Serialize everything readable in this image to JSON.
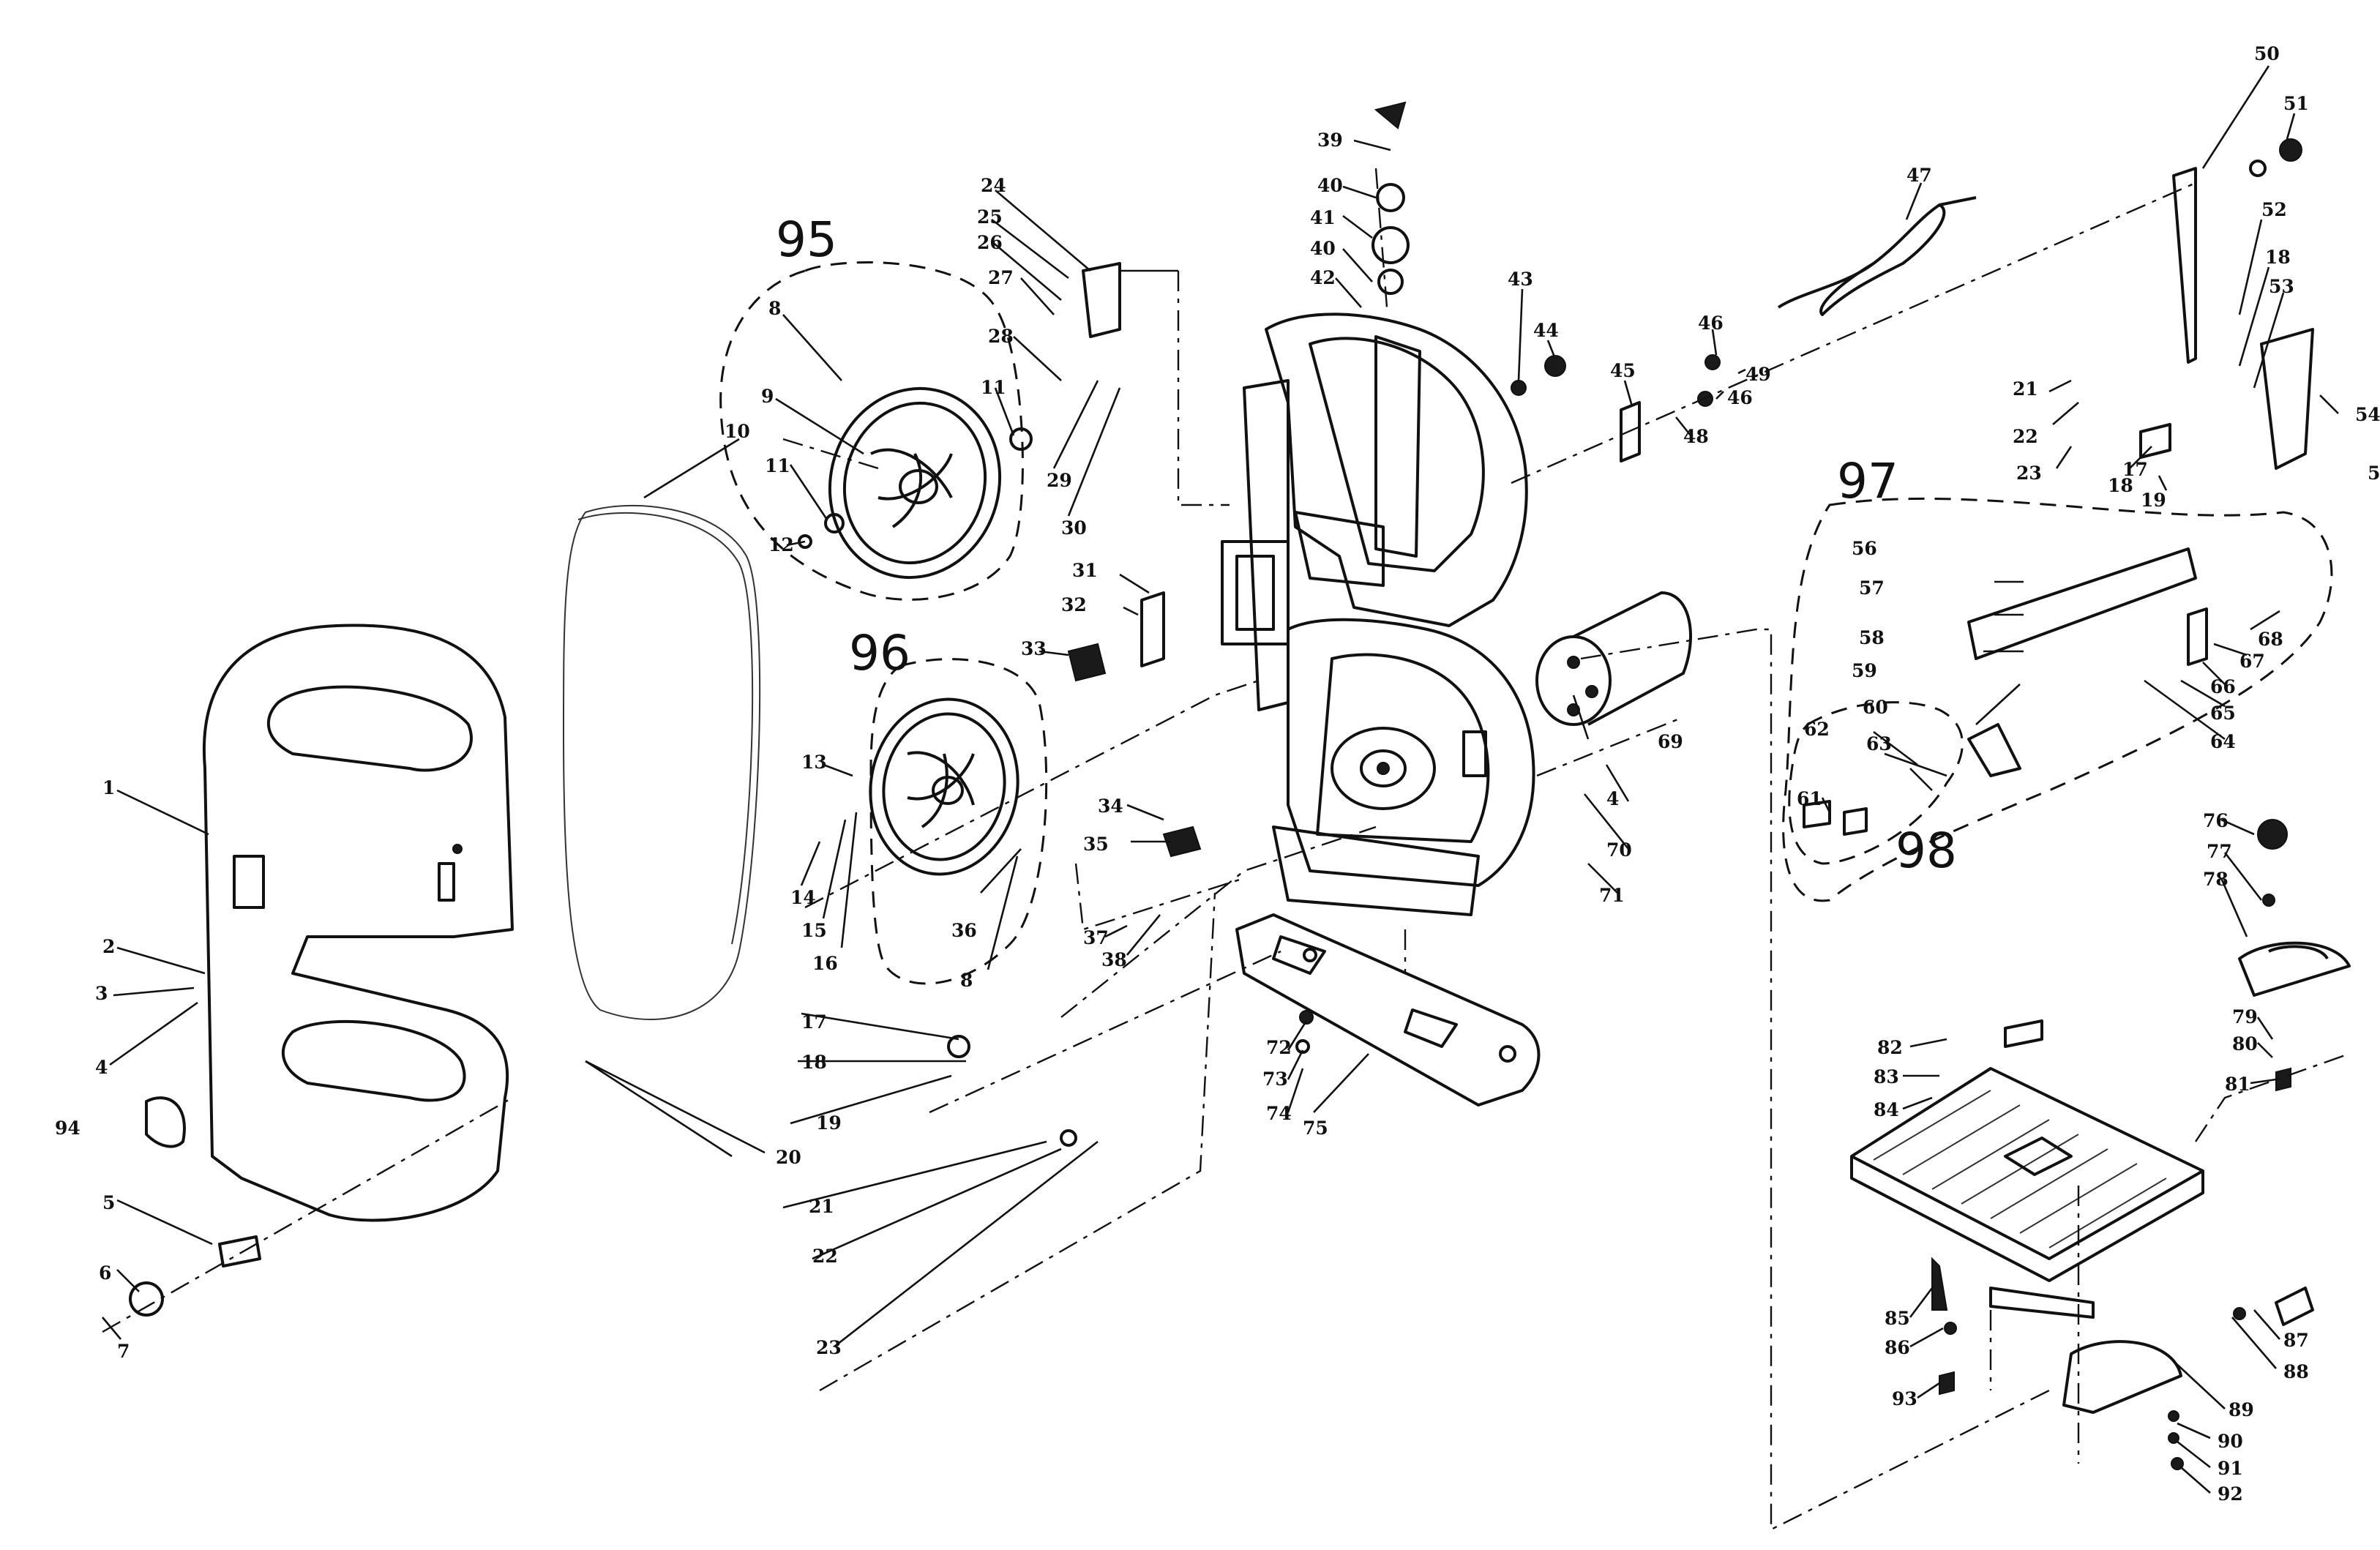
{
  "callouts": {
    "c1": "1",
    "c2": "2",
    "c3": "3",
    "c4": "4",
    "c4b": "4",
    "c5": "5",
    "c6": "6",
    "c7": "7",
    "c8": "8",
    "c8b": "8",
    "c9": "9",
    "c10": "10",
    "c11": "11",
    "c11b": "11",
    "c12": "12",
    "c13": "13",
    "c14": "14",
    "c15": "15",
    "c16": "16",
    "c17": "17",
    "c17b": "17",
    "c18": "18",
    "c18b": "18",
    "c18c": "18",
    "c19": "19",
    "c19b": "19",
    "c20": "20",
    "c21": "21",
    "c21b": "21",
    "c22": "22",
    "c22b": "22",
    "c23": "23",
    "c23b": "23",
    "c24": "24",
    "c25": "25",
    "c26": "26",
    "c27": "27",
    "c28": "28",
    "c29": "29",
    "c30": "30",
    "c31": "31",
    "c32": "32",
    "c33": "33",
    "c34": "34",
    "c35": "35",
    "c36": "36",
    "c37": "37",
    "c38": "38",
    "c39": "39",
    "c40": "40",
    "c40b": "40",
    "c41": "41",
    "c42": "42",
    "c43": "43",
    "c44": "44",
    "c45": "45",
    "c46": "46",
    "c46b": "46",
    "c47": "47",
    "c48": "48",
    "c49": "49",
    "c50": "50",
    "c51": "51",
    "c52": "52",
    "c53": "53",
    "c54": "54",
    "c55": "5",
    "c56": "56",
    "c57": "57",
    "c58": "58",
    "c59": "59",
    "c60": "60",
    "c61": "61",
    "c62": "62",
    "c63": "63",
    "c64": "64",
    "c65": "65",
    "c66": "66",
    "c67": "67",
    "c68": "68",
    "c69": "69",
    "c70": "70",
    "c71": "71",
    "c72": "72",
    "c73": "73",
    "c74": "74",
    "c75": "75",
    "c76": "76",
    "c77": "77",
    "c78": "78",
    "c79": "79",
    "c80": "80",
    "c81": "81",
    "c82": "82",
    "c83": "83",
    "c84": "84",
    "c85": "85",
    "c86": "86",
    "c87": "87",
    "c88": "88",
    "c89": "89",
    "c90": "90",
    "c91": "91",
    "c92": "92",
    "c93": "93",
    "c94": "94"
  },
  "groups": {
    "g95": "95",
    "g96": "96",
    "g97": "97",
    "g98": "98"
  }
}
